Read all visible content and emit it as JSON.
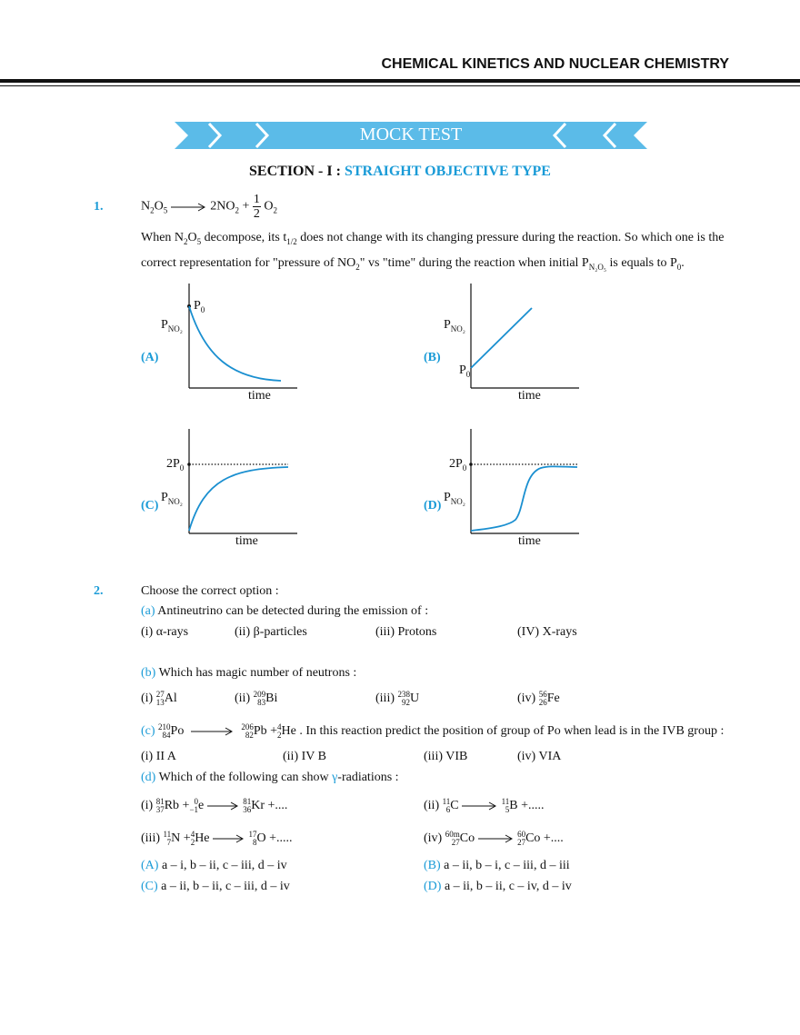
{
  "header": {
    "title": "CHEMICAL KINETICS AND NUCLEAR CHEMISTRY"
  },
  "banner": {
    "text": "MOCK TEST",
    "color": "#5bbbe8"
  },
  "section": {
    "prefix": "SECTION - I : ",
    "title": "STRAIGHT OBJECTIVE TYPE"
  },
  "q1": {
    "number": "1.",
    "eq_left": "N",
    "eq_left_sub1": "2",
    "eq_left_o": "O",
    "eq_left_sub2": "5",
    "eq_right1": "2NO",
    "eq_right1_sub": "2",
    "eq_plus": "+",
    "eq_frac_num": "1",
    "eq_frac_den": "2",
    "eq_right2": "O",
    "eq_right2_sub": "2",
    "text_a": "When N",
    "text_b": "O",
    "text_c": " decompose, its t",
    "text_half": "1/2",
    "text_d": " does not change with its changing pressure during the reaction. So which one is the correct representation for \"pressure of NO",
    "text_e": "\" vs \"time\" during the reaction when initial  P",
    "text_psub": "N₂O₅",
    "text_f": "  is equals to P",
    "text_p0sub": "0",
    "text_g": ".",
    "graphs": [
      {
        "label": "(A)",
        "ylabel": "P",
        "ysub": "NO₂",
        "xlabel": "time",
        "mark": "P",
        "marksub": "0",
        "shape": "decay"
      },
      {
        "label": "(B)",
        "ylabel": "P",
        "ysub": "NO₂",
        "xlabel": "time",
        "mark": "P",
        "marksub": "0",
        "shape": "linear"
      },
      {
        "label": "(C)",
        "ylabel": "P",
        "ysub": "NO₂",
        "xlabel": "time",
        "mark": "2P",
        "marksub": "0",
        "shape": "rise"
      },
      {
        "label": "(D)",
        "ylabel": "P",
        "ysub": "NO₂",
        "xlabel": "time",
        "mark": "2P",
        "marksub": "0",
        "shape": "sigmoid"
      }
    ]
  },
  "q2": {
    "number": "2.",
    "intro": "Choose the correct option :",
    "a": {
      "tag": "(a)",
      "text": " Antineutrino can be detected during the emission of :",
      "opts": [
        "(i) α-rays",
        "(ii) β-particles",
        "(iii) Protons",
        "(IV) X-rays"
      ]
    },
    "b": {
      "tag": "(b)",
      "text": " Which has magic number of neutrons :",
      "opts": [
        {
          "pre": "(i) ",
          "mass": "27",
          "atomic": "13",
          "sym": "Al"
        },
        {
          "pre": "(ii) ",
          "mass": "209",
          "atomic": "83",
          "sym": "Bi"
        },
        {
          "pre": "(iii) ",
          "mass": "238",
          "atomic": "92",
          "sym": "U"
        },
        {
          "pre": "(iv) ",
          "mass": "56",
          "atomic": "26",
          "sym": "Fe"
        }
      ]
    },
    "c": {
      "tag": "(c)",
      "po_mass": "210",
      "po_atomic": "84",
      "po": "Po",
      "pb_mass": "206",
      "pb_atomic": "82",
      "pb": "Pb +",
      "he_mass": "4",
      "he_atomic": "2",
      "he": "He",
      "text": " . In this reaction predict the position of group of Po when lead is in the IVB group :",
      "opts": [
        "(i) II A",
        "(ii) IV B",
        "(iii) VIB",
        "(iv) VIA"
      ]
    },
    "d": {
      "tag": "(d)",
      "text_a": " Which of the following can show ",
      "gamma": "γ",
      "text_b": "-radiations :",
      "r1": {
        "pre": "(i) ",
        "m1": "81",
        "z1": "37",
        "s1": "Rb +",
        "m2": "0",
        "z2": "−1",
        "s2": "e",
        "m3": "81",
        "z3": "36",
        "s3": "Kr +...."
      },
      "r2": {
        "pre": "(ii) ",
        "m1": "11",
        "z1": "6",
        "s1": "C",
        "m3": "11",
        "z3": "5",
        "s3": "B +....."
      },
      "r3": {
        "pre": "(iii) ",
        "m1": "11",
        "z1": "7",
        "s1": "N +",
        "m2": "4",
        "z2": "2",
        "s2": "He",
        "m3": "17",
        "z3": "8",
        "s3": "O +....."
      },
      "r4": {
        "pre": "(iv) ",
        "m1": "60m",
        "z1": "27",
        "s1": "Co",
        "m3": "60",
        "z3": "27",
        "s3": "Co +...."
      }
    },
    "answers": [
      {
        "tag": "(A)",
        "text": " a – i, b – ii, c – iii, d – iv"
      },
      {
        "tag": "(B)",
        "text": " a – ii, b – i, c – iii, d – iii"
      },
      {
        "tag": "(C)",
        "text": " a – ii, b – ii, c – iii, d – iv"
      },
      {
        "tag": "(D)",
        "text": " a – ii, b – ii, c – iv, d – iv"
      }
    ]
  },
  "colors": {
    "accent": "#1a9bd7",
    "curve": "#1a8fd0"
  }
}
